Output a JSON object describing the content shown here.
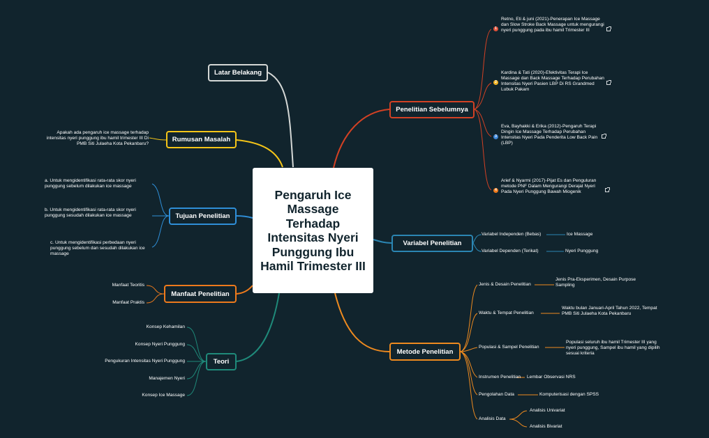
{
  "central_topic": "Pengaruh Ice Massage Terhadap Intensitas Nyeri Punggung Ibu Hamil Trimester III",
  "colors": {
    "background": "#11242d",
    "latar": "#d5d8d6",
    "rumusan": "#f5c518",
    "tujuan": "#2f8fd8",
    "manfaat": "#ee7a1c",
    "teori": "#1f8a7a",
    "sebelumnya": "#d24124",
    "variabel": "#2b86b3",
    "metode": "#ee8a1f"
  },
  "latar_belakang": {
    "label": "Latar Belakang"
  },
  "rumusan_masalah": {
    "label": "Rumusan Masalah",
    "question": "Apakah ada pengaruh ice massage terhadap intensitas nyeri punggung ibu hamil trimester III Di PMB Siti Julaeha Kota Pekanbaru?"
  },
  "tujuan_penelitian": {
    "label": "Tujuan Penelitian",
    "items": [
      "a. Untuk mengidentifikasi rata-rata skor nyeri punggung sebelum dilakukan ice massage",
      "b. Untuk mengidentifikasi rata-rata skor nyeri punggung sesudah dilakukan ice massage",
      "c. Untuk mengidentifikasi perbedaan nyeri punggung sebelum dan sesudah dilakukan ice massage"
    ]
  },
  "manfaat_penelitian": {
    "label": "Manfaat Penelitian",
    "items": [
      "Manfaat Teoritis",
      "Manfaat Praktis"
    ]
  },
  "teori": {
    "label": "Teori",
    "items": [
      "Konsep Kehamilan",
      "Konsep Nyeri Punggung",
      "Pengukuran Intensitas Nyeri Punggung",
      "Manajemen Nyeri",
      "Konsep Ice Massage"
    ]
  },
  "penelitian_sebelumnya": {
    "label": "Penelitian Sebelumnya",
    "items": [
      {
        "badge": "1",
        "badge_color": "#e0523b",
        "text": "Retno, Eti & juni (2021)-Penerapan Ice Massage dan Slow Stroke Back Massage untuk mengurangi nyeri punggung pada ibu hamil Trimester III"
      },
      {
        "badge": "2",
        "badge_color": "#f2b424",
        "text": "Kardina & Tati (2020)-Efektivitas Terapi Ice Massage dan Back Massage Terhadap Perubahan Intensitas Nyeri Pasien LBP Di RS Grandmed Lubuk Pakam"
      },
      {
        "badge": "3",
        "badge_color": "#3d86d8",
        "text": "Eva, Bayhakki & Erika (2012)-Pengaruh Terapi Dingin Ice Massage Terhadap Perubahan Intensitas Nyeri Pada Penderita Low Back Pain (LBP)"
      },
      {
        "badge": "4",
        "badge_color": "#ee7a1c",
        "text": "Arief & Nyarmi (2017)-Pijat Es dan Penguluran metode PNF Dalam Mengurangi Derajat Nyeri Pada Nyeri Punggung Bawah Miogenik"
      }
    ]
  },
  "variabel_penelitian": {
    "label": "Variabel Penelitian",
    "items": [
      {
        "label": "Variabel Independen (Bebas)",
        "value": "Ice Massage"
      },
      {
        "label": "Variabel Dependen (Terikat)",
        "value": "Nyeri Punggung"
      }
    ]
  },
  "metode_penelitian": {
    "label": "Metode Penelitian",
    "items": [
      {
        "label": "Jenis & Desain Penelitian",
        "values": [
          "Jenis Pra-Eksperimen, Desain Purpose Sampling"
        ]
      },
      {
        "label": "Waktu & Tempat Penelitian",
        "values": [
          "Waktu bulan Januari-April Tahun 2022, Tempat PMB Siti Julaeha Kota Pekanbaru"
        ]
      },
      {
        "label": "Populasi & Sampel Penelitian",
        "values": [
          "Populasi seluruh ibu hamil Trimester III yang nyeri punggung, Sampel ibu hamil yang dipilih sesuai kriteria"
        ]
      },
      {
        "label": "Instrumen Penelitian",
        "values": [
          "Lembar Observasi NRS"
        ]
      },
      {
        "label": "Pengolahan Data",
        "values": [
          "Komputerisasi dengan SPSS"
        ]
      },
      {
        "label": "Analisis Data",
        "values": [
          "Analisis Univariat",
          "Analisis Bivariat"
        ]
      }
    ]
  }
}
